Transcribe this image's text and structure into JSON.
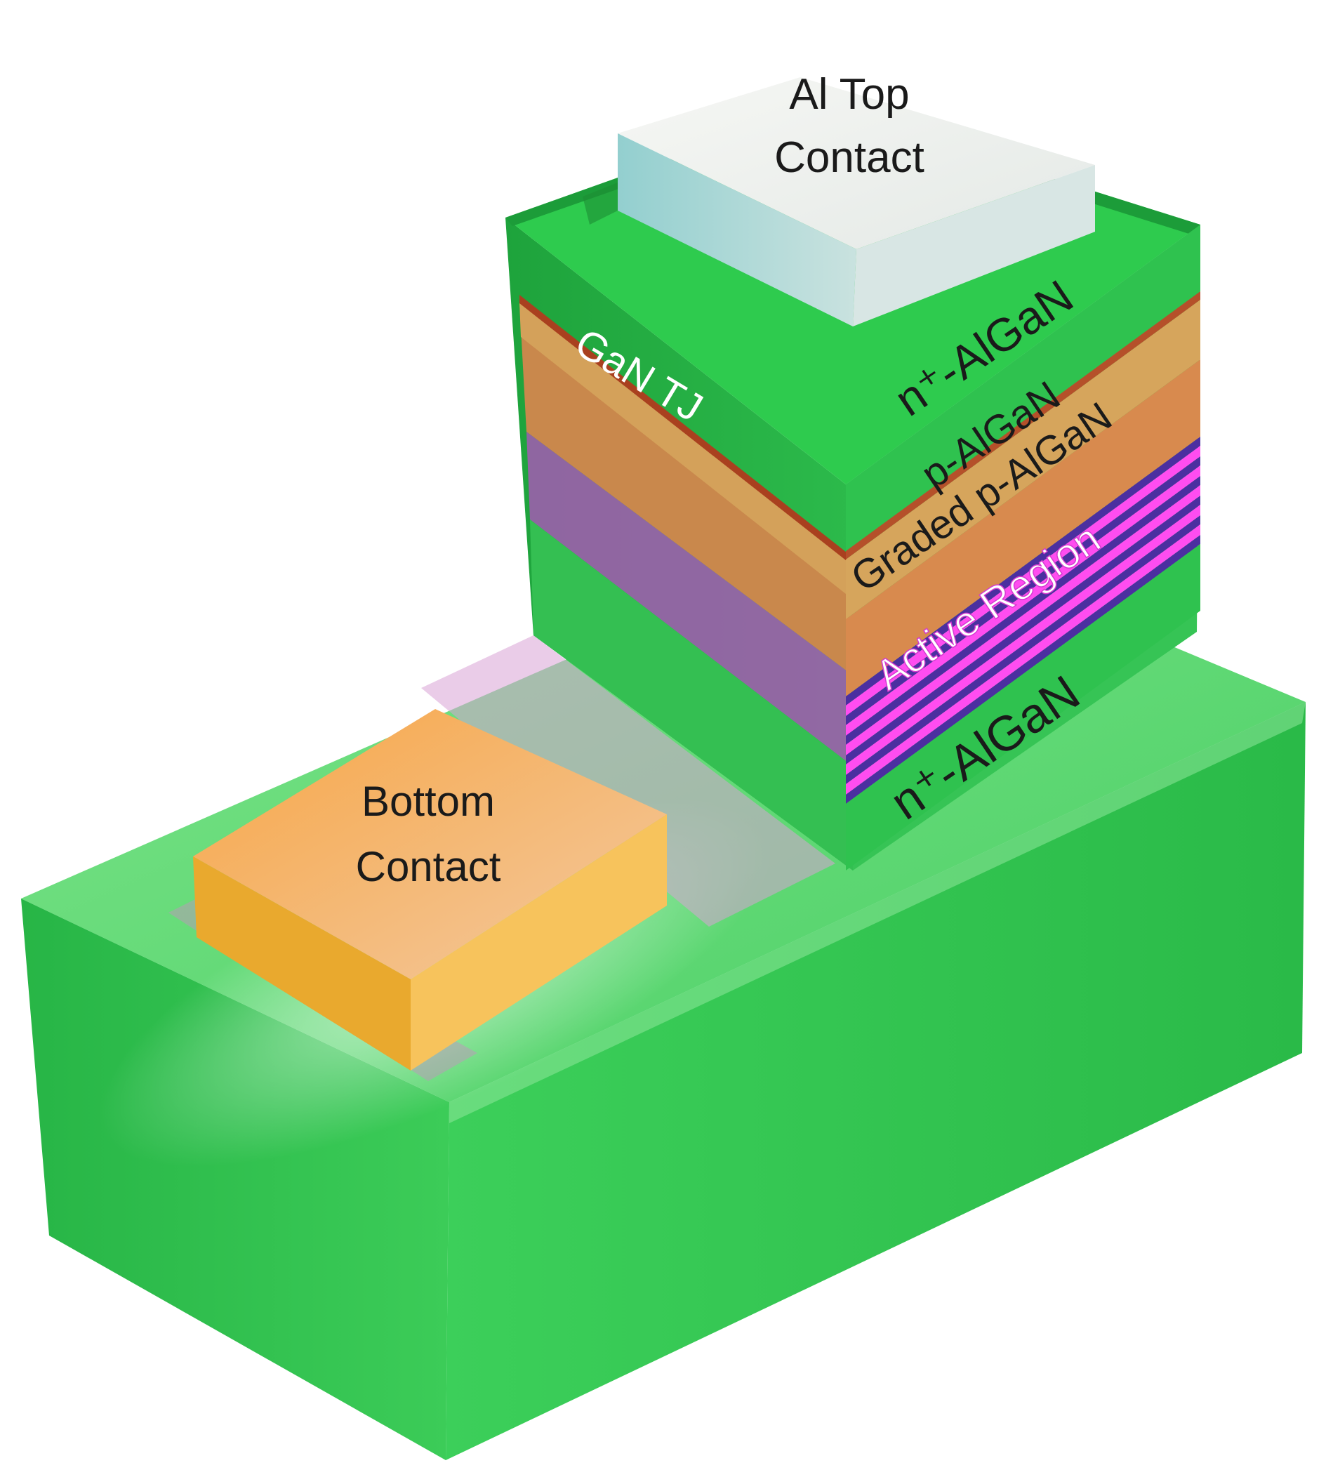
{
  "diagram": {
    "colors": {
      "green_base": "#2fc24f",
      "green_light": "#6fdc7d",
      "p_algan": "#d6a55c",
      "graded_p_algan": "#d88a4e",
      "tunnel_junction": "#b5502a",
      "active_well": "#ff4df0",
      "active_barrier": "#4b2fa0",
      "top_contact": "#eef4ef",
      "bottom_contact": "#f5b94a"
    },
    "labels": {
      "top_contact": [
        "Al Top",
        "Contact"
      ],
      "bottom_contact": [
        "Bottom",
        "Contact"
      ],
      "tunnel_junction": "GaN TJ",
      "n_plus_top": "n⁺-AlGaN",
      "p_algan": "p-AlGaN",
      "graded_p_algan": "Graded p-AlGaN",
      "active_region": "Active Region",
      "n_plus_bottom": "n⁺-AlGaN"
    }
  }
}
